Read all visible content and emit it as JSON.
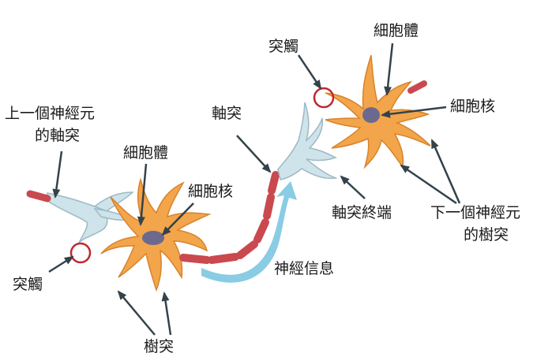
{
  "labels": {
    "upper_neuron_axon_line1": "上一個神經元",
    "upper_neuron_axon_line2": "的軸突",
    "cell_body_left": "細胞體",
    "nucleus_left": "細胞核",
    "synapse_left": "突觸",
    "dendrite": "樹突",
    "axon": "軸突",
    "nerve_signal": "神經信息",
    "synapse_right": "突觸",
    "cell_body_right": "細胞體",
    "nucleus_right": "細胞核",
    "axon_terminal": "軸突終端",
    "next_neuron_dendrite_line1": "下一個神經元",
    "next_neuron_dendrite_line2": "的樹突"
  },
  "colors": {
    "soma": "#f2a54a",
    "soma_edge": "#d9822b",
    "nucleus": "#6b6a8e",
    "axon_terminal_fill": "#cfe3ea",
    "axon_terminal_edge": "#9cb9c4",
    "myelin": "#c9494f",
    "myelin_edge": "#8f2b30",
    "signal_arrow": "#7cc6e0",
    "synapse_ring": "#c0282d",
    "pointer": "#34424a"
  }
}
